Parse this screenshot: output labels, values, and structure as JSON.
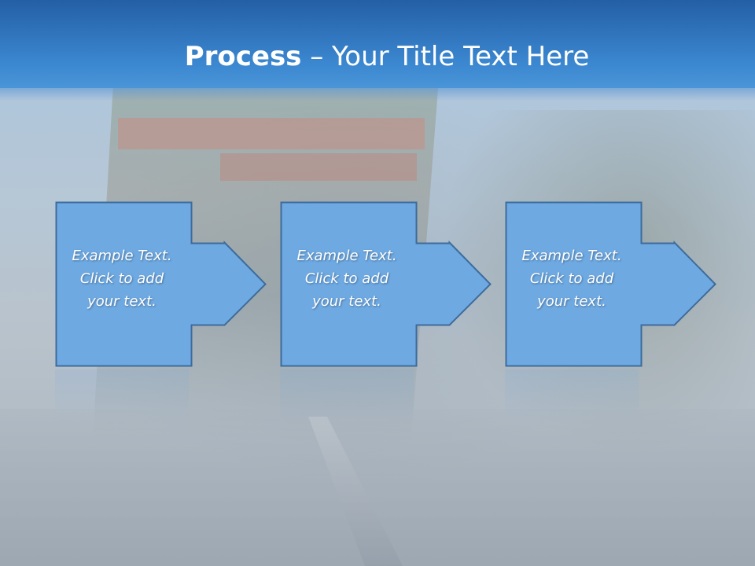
{
  "slide": {
    "title_bold": "Process",
    "title_rest": " – Your Title Text Here"
  },
  "steps": [
    {
      "line1": "Example Text.",
      "line2": "Click  to add",
      "line3": "your text."
    },
    {
      "line1": "Example Text.",
      "line2": "Click  to add",
      "line3": "your text."
    },
    {
      "line1": "Example Text.",
      "line2": "Click  to add",
      "line3": "your text."
    }
  ],
  "colors": {
    "header_top": "#245fa5",
    "header_bottom": "#4a95d8",
    "shape_fill": "#6ea9e2",
    "shape_border": "#3d6c9c",
    "text": "#ffffff"
  }
}
